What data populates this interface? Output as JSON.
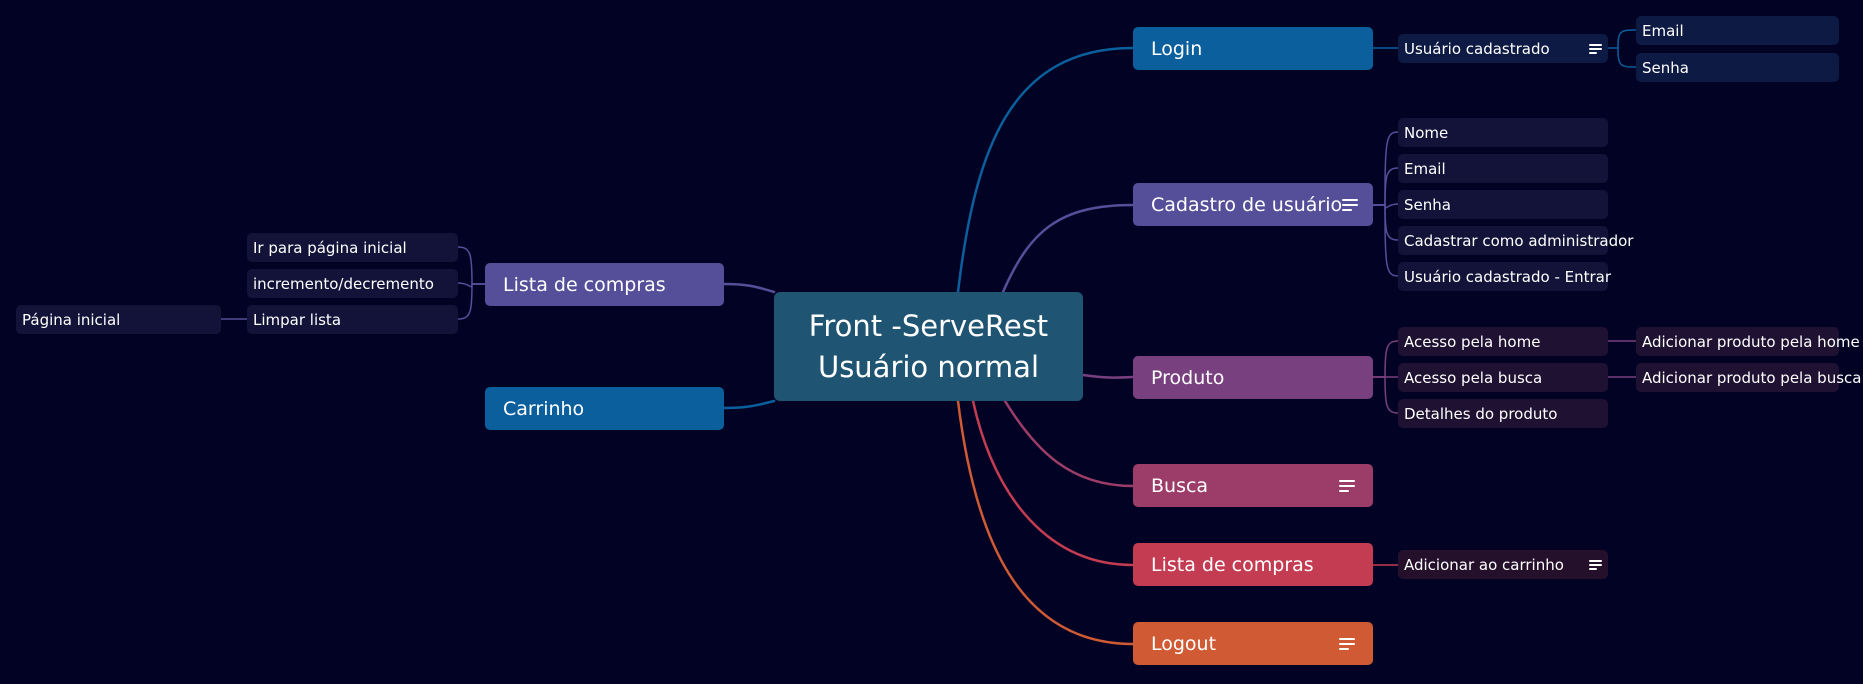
{
  "root": {
    "line1": "Front -ServeRest",
    "line2": "Usuário normal",
    "color": "#1f5572"
  },
  "colors": {
    "blue": "#0b5f9c",
    "purple": "#554f9a",
    "violet": "#79407f",
    "pink": "#9c3c69",
    "red": "#c33c52",
    "orange": "#cf5a34",
    "sub_dark": "#131339",
    "sub_navy": "#0d1a44",
    "sub_plum": "#1e1131",
    "sub_maroon": "#25102b"
  },
  "right_branches": {
    "login": {
      "label": "Login",
      "child": {
        "label": "Usuário cadastrado",
        "has_note": true
      },
      "grandchildren": [
        "Email",
        "Senha"
      ]
    },
    "cadastro": {
      "label": "Cadastro de usuário",
      "has_note": true,
      "children": [
        "Nome",
        "Email",
        "Senha",
        "Cadastrar como administrador",
        "Usuário cadastrado - Entrar"
      ]
    },
    "produto": {
      "label": "Produto",
      "children": [
        "Acesso pela home",
        "Acesso pela busca",
        "Detalhes do produto"
      ],
      "grandchildren": [
        "Adicionar produto pela home",
        "Adicionar produto pela busca"
      ]
    },
    "busca": {
      "label": "Busca",
      "has_note": true
    },
    "lista": {
      "label": "Lista de compras",
      "child": {
        "label": "Adicionar ao carrinho",
        "has_note": true
      }
    },
    "logout": {
      "label": "Logout",
      "has_note": true
    }
  },
  "left_branches": {
    "lista": {
      "label": "Lista de compras",
      "children": [
        "Ir para página inicial",
        "incremento/decremento",
        "Limpar lista"
      ],
      "grandchild": "Página inicial"
    },
    "carrinho": {
      "label": "Carrinho"
    }
  }
}
